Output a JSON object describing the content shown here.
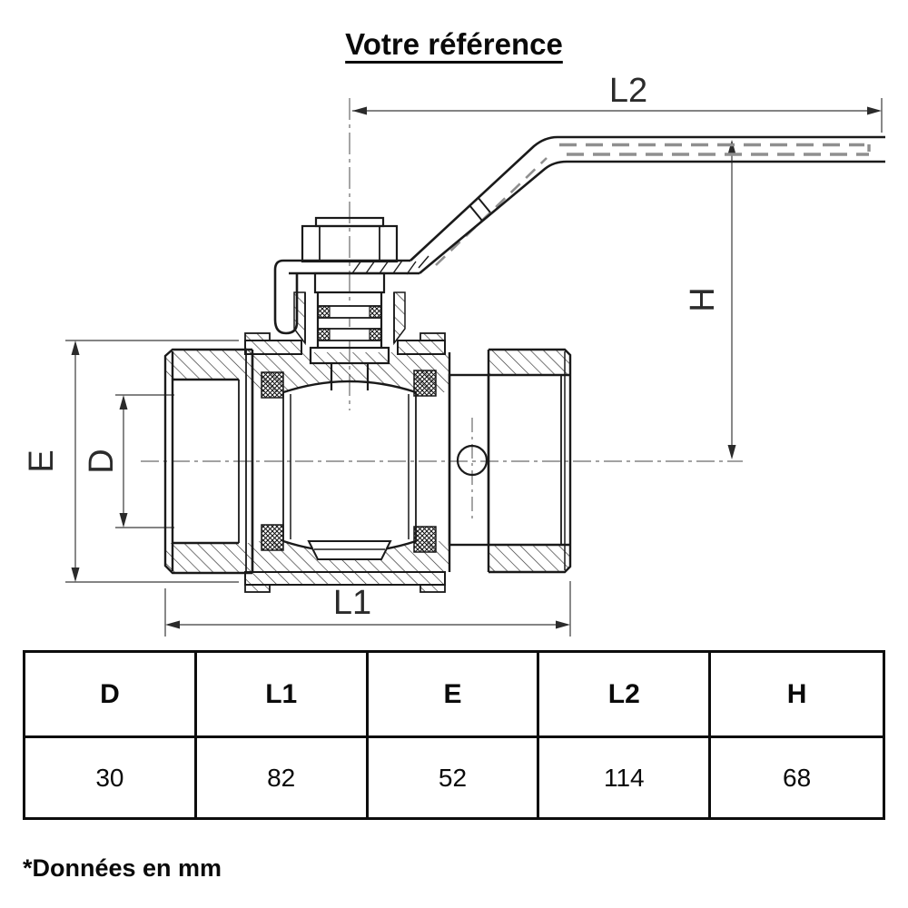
{
  "title": "Votre référence",
  "drawing": {
    "dim_l2": "L2",
    "dim_h": "H",
    "dim_e": "E",
    "dim_d": "D",
    "dim_l1": "L1"
  },
  "table": {
    "headers": [
      "D",
      "L1",
      "E",
      "L2",
      "H"
    ],
    "rows": [
      [
        "30",
        "82",
        "52",
        "114",
        "68"
      ]
    ]
  },
  "footnote": "*Données en mm",
  "colors": {
    "outline": "#1a1a1a",
    "hidden_line": "#8f8f8f",
    "dim_line": "#3a3a3a",
    "centerline": "#6a6a6a",
    "background": "#ffffff"
  }
}
